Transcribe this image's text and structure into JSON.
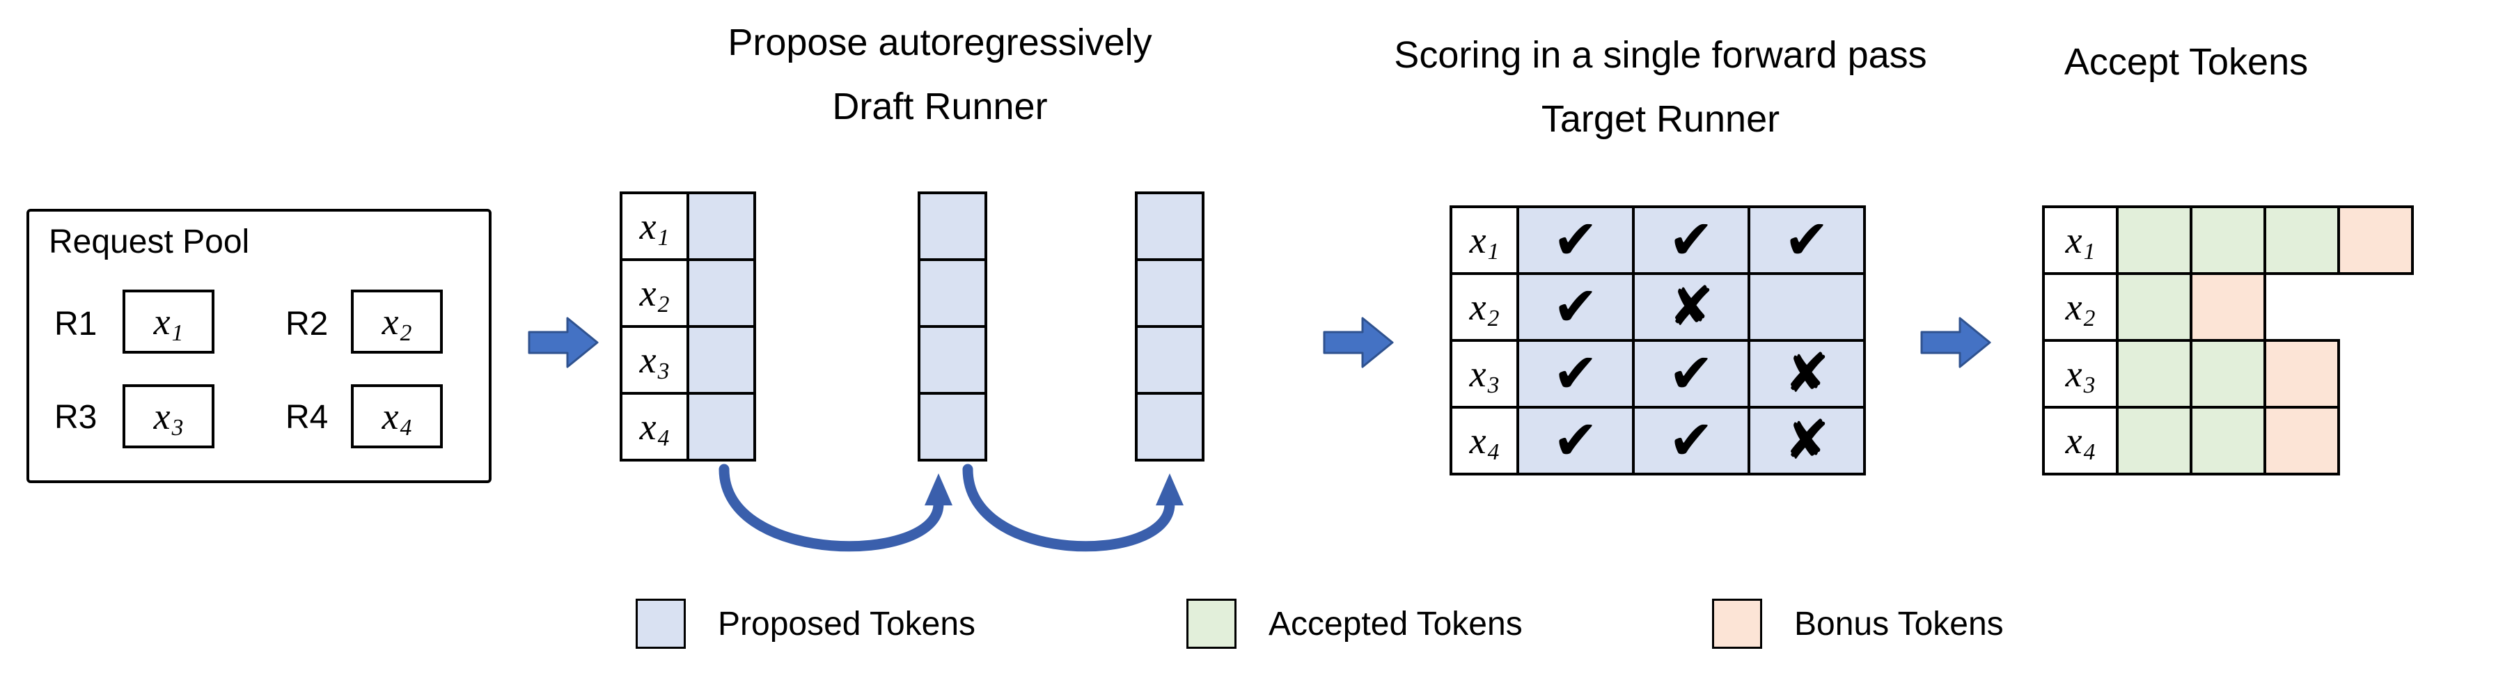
{
  "titles": {
    "propose": "Propose autoregressively",
    "draft_runner": "Draft Runner",
    "scoring": "Scoring in a single forward pass",
    "target_runner": "Target Runner",
    "accept": "Accept Tokens"
  },
  "request_pool": {
    "title": "Request Pool",
    "requests": [
      {
        "id": "R1"
      },
      {
        "id": "R2"
      },
      {
        "id": "R3"
      },
      {
        "id": "R4"
      }
    ]
  },
  "tokens": [
    {
      "base": "x",
      "sub": "1"
    },
    {
      "base": "x",
      "sub": "2"
    },
    {
      "base": "x",
      "sub": "3"
    },
    {
      "base": "x",
      "sub": "4"
    }
  ],
  "draft": {
    "steps": 3,
    "rows": 4
  },
  "target": {
    "glyphs": {
      "check": "✔",
      "cross": "✘",
      "blank": ""
    },
    "marks": [
      [
        "check",
        "check",
        "check"
      ],
      [
        "check",
        "cross",
        "blank"
      ],
      [
        "check",
        "check",
        "cross"
      ],
      [
        "check",
        "check",
        "cross"
      ]
    ]
  },
  "accept": {
    "rows": [
      [
        "accepted",
        "accepted",
        "accepted",
        "bonus"
      ],
      [
        "accepted",
        "bonus"
      ],
      [
        "accepted",
        "accepted",
        "bonus"
      ],
      [
        "accepted",
        "accepted",
        "bonus"
      ]
    ]
  },
  "legend": [
    {
      "type": "proposed",
      "label": "Proposed Tokens"
    },
    {
      "type": "accepted",
      "label": "Accepted Tokens"
    },
    {
      "type": "bonus",
      "label": "Bonus Tokens"
    }
  ],
  "colors": {
    "proposed": "#d9e1f2",
    "accepted": "#e2efda",
    "bonus": "#fce4d6",
    "arrowFill": "#4472c4",
    "arrowStroke": "#2f528f",
    "loopArrow": "#3a5fac",
    "border": "#000000"
  }
}
